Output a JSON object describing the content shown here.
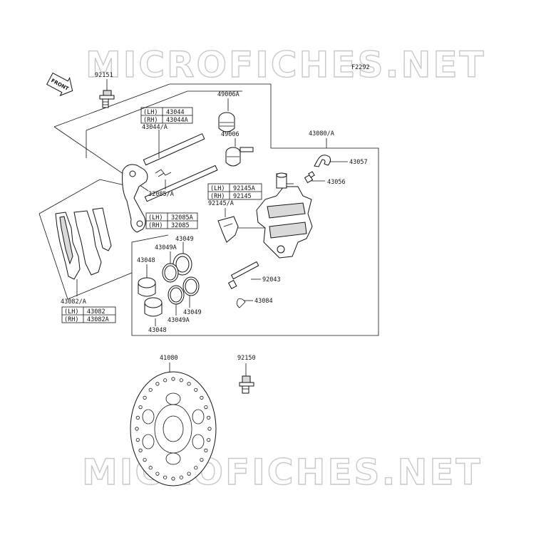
{
  "watermark": "MICROFICHES.NET",
  "figure_code": "F2292",
  "front_label": "FRONT",
  "labels": {
    "p92151": "92151",
    "p49006a": "49006A",
    "p49006": "49006",
    "p43044a": "43044/A",
    "p43080a": "43080/A",
    "p43057": "43057",
    "p43056": "43056",
    "p32085a": "32085/A",
    "p92145a": "92145/A",
    "p43049_top": "43049",
    "p43049a_top": "43049A",
    "p43048_top": "43048",
    "p92043": "92043",
    "p43084": "43084",
    "p43049_bot": "43049",
    "p43049a_bot": "43049A",
    "p43048_bot": "43048",
    "p43082a": "43082/A",
    "p41080": "41080",
    "p92150": "92150"
  },
  "tables": {
    "t43044": [
      {
        "side": "(LH)",
        "part": "43044"
      },
      {
        "side": "(RH)",
        "part": "43044A"
      }
    ],
    "t92145": [
      {
        "side": "(LH)",
        "part": "92145A"
      },
      {
        "side": "(RH)",
        "part": "92145"
      }
    ],
    "t32085": [
      {
        "side": "(LH)",
        "part": "32085A"
      },
      {
        "side": "(RH)",
        "part": "32085"
      }
    ],
    "t43082": [
      {
        "side": "(LH)",
        "part": "43082"
      },
      {
        "side": "(RH)",
        "part": "43082A"
      }
    ]
  }
}
